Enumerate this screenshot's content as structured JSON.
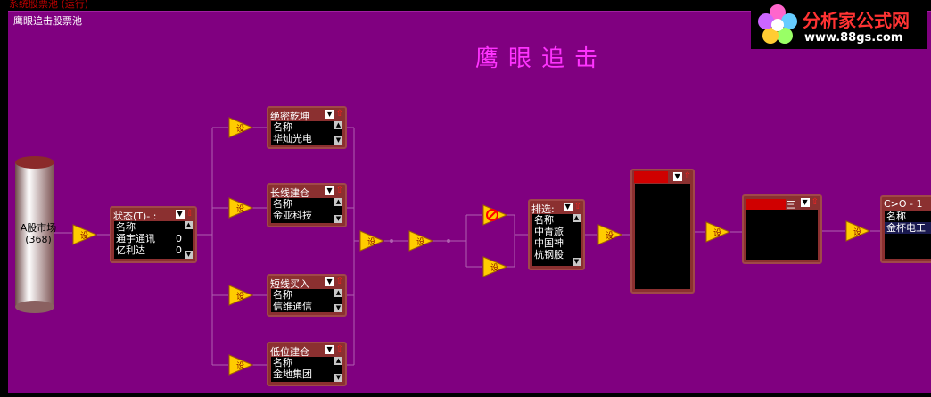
{
  "window": {
    "title": "系统股票池 (运行)"
  },
  "canvas": {
    "label": "鹰眼追击股票池",
    "title": "鹰眼追击"
  },
  "logo": {
    "name": "分析家公式网",
    "url": "www.88gs.com"
  },
  "source": {
    "label": "A股市场",
    "count": "(368)"
  },
  "status_box": {
    "title": "状态(T)- :",
    "col": "名称",
    "rows": [
      {
        "name": "通宇通讯",
        "val": "0"
      },
      {
        "name": "亿利达",
        "val": "0"
      }
    ]
  },
  "strategies": [
    {
      "title": "绝密乾坤",
      "col": "名称",
      "row": "华灿光电"
    },
    {
      "title": "长线建仓",
      "col": "名称",
      "row": "金亚科技"
    },
    {
      "title": "短线买入",
      "col": "名称",
      "row": "信维通信"
    },
    {
      "title": "低位建仓",
      "col": "名称",
      "row": "金地集团"
    }
  ],
  "sort_box": {
    "title": "排选:",
    "col": "名称",
    "rows": [
      "中青旅",
      "中国神",
      "杭钢股"
    ]
  },
  "empty_box": {
    "title": ""
  },
  "filter_box": {
    "title": "三"
  },
  "result_box": {
    "title": "C>O - 1",
    "col": "名称",
    "row": "金杯电工"
  },
  "node_labels": {
    "set": "设",
    "no": "否"
  },
  "colors": {
    "canvas": "#800080",
    "box": "#8b3030",
    "triangle": "#ffcc00",
    "line": "#b060b0"
  }
}
